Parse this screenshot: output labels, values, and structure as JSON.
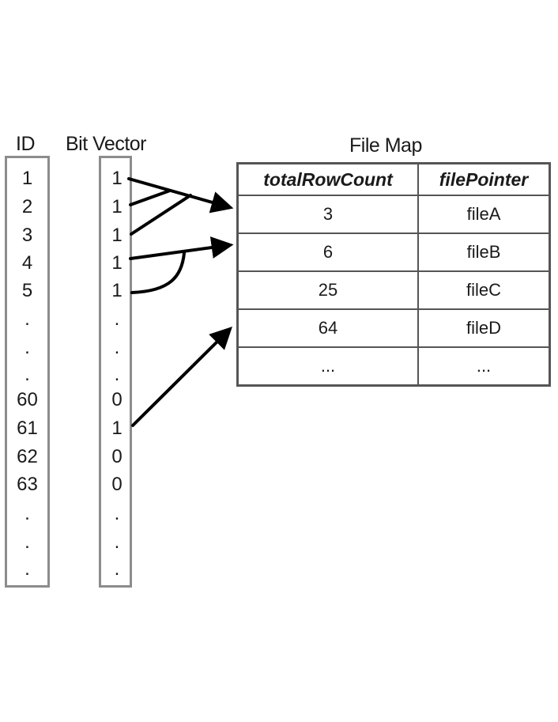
{
  "headers": {
    "id": "ID",
    "bit_vector": "Bit Vector",
    "file_map": "File Map"
  },
  "ids": [
    "1",
    "2",
    "3",
    "4",
    "5",
    ".",
    ".",
    ".",
    "60",
    "61",
    "62",
    "63",
    ".",
    ".",
    "."
  ],
  "bits": [
    "1",
    "1",
    "1",
    "1",
    "1",
    ".",
    ".",
    ".",
    "0",
    "1",
    "0",
    "0",
    ".",
    ".",
    "."
  ],
  "file_map": {
    "columns": [
      "totalRowCount",
      "filePointer"
    ],
    "rows": [
      [
        "3",
        "fileA"
      ],
      [
        "6",
        "fileB"
      ],
      [
        "25",
        "fileC"
      ],
      [
        "64",
        "fileD"
      ],
      [
        "...",
        "..."
      ]
    ]
  },
  "arrow_color": "#000000",
  "border_color": "#8c8c8c"
}
